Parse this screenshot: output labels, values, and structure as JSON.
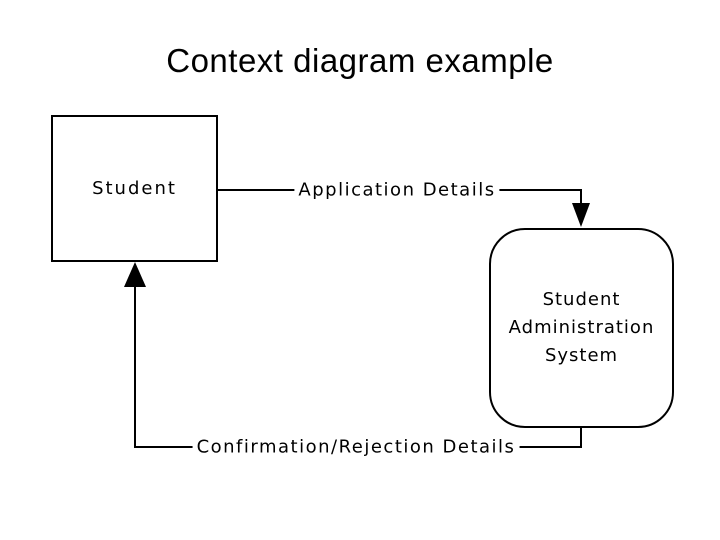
{
  "slide": {
    "title": "Context diagram example",
    "colors": {
      "background": "#ffffff",
      "ink": "#000000"
    }
  },
  "diagram": {
    "type": "context-diagram",
    "entities": [
      {
        "id": "student",
        "label": "Student",
        "shape": "rectangle"
      }
    ],
    "processes": [
      {
        "id": "student-administration-system",
        "label": "Student Administration System",
        "label_lines": [
          "Student",
          "Administration",
          "System"
        ],
        "shape": "rounded-rectangle"
      }
    ],
    "flows": [
      {
        "label": "Application Details",
        "from": "student",
        "to": "student-administration-system",
        "arrow_direction": "down"
      },
      {
        "label": "Confirmation/Rejection Details",
        "from": "student-administration-system",
        "to": "student",
        "arrow_direction": "up"
      }
    ]
  }
}
